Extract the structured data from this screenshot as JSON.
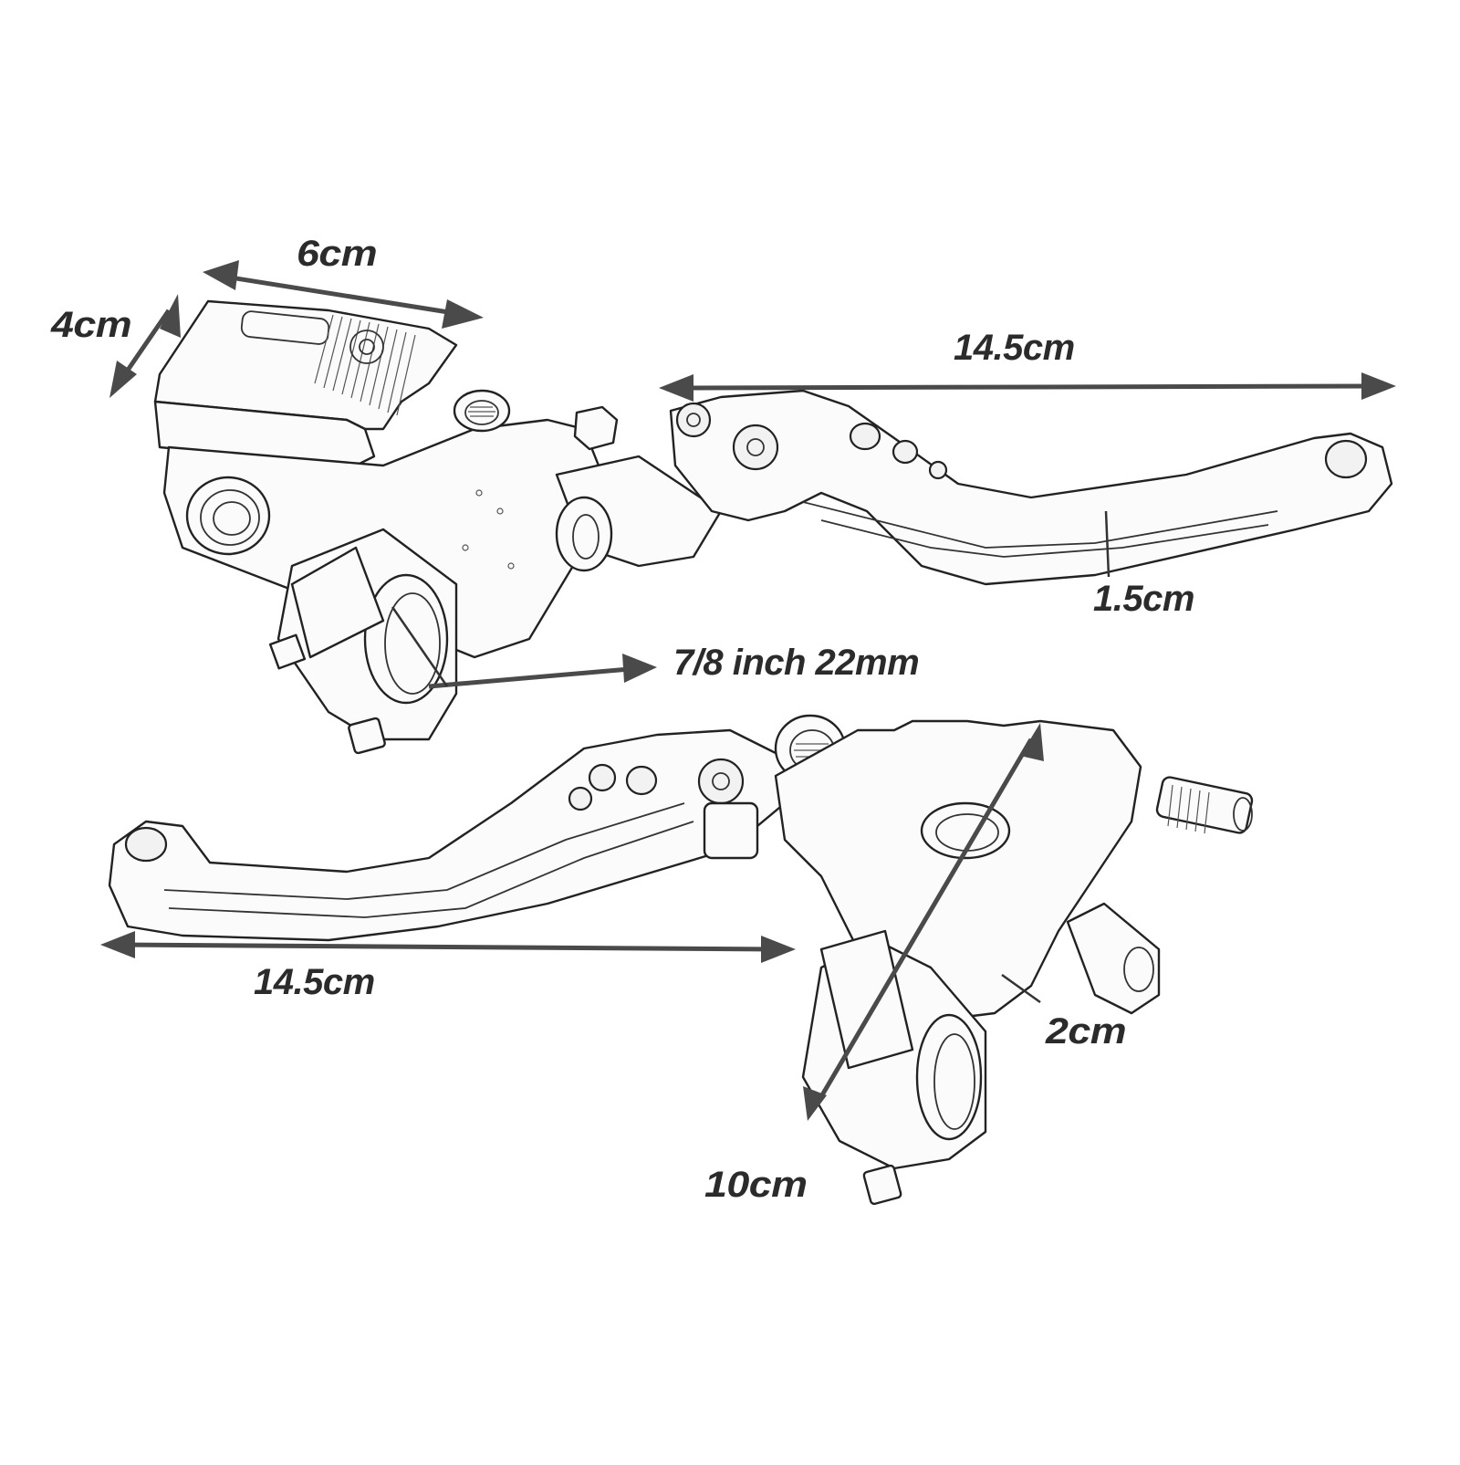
{
  "diagram": {
    "subject": "Motorcycle brake master cylinder lever and clutch lever set",
    "style": "line-art sketch, grayscale",
    "colors": {
      "background": "#ffffff",
      "linework": "#222222",
      "arrows": "#4a4a4a",
      "label_text": "#2b2b2b"
    },
    "dimensions": {
      "reservoir_width": "6cm",
      "reservoir_depth": "4cm",
      "brake_lever_length": "14.5cm",
      "brake_lever_width": "1.5cm",
      "handlebar_diameter": "7/8 inch 22mm",
      "clutch_lever_length": "14.5cm",
      "clutch_body_height": "10cm",
      "clutch_body_width": "2cm"
    },
    "components": [
      {
        "name": "Brake master cylinder with fluid reservoir",
        "position": "top"
      },
      {
        "name": "Clutch lever perch with cable adjuster",
        "position": "bottom"
      }
    ]
  }
}
